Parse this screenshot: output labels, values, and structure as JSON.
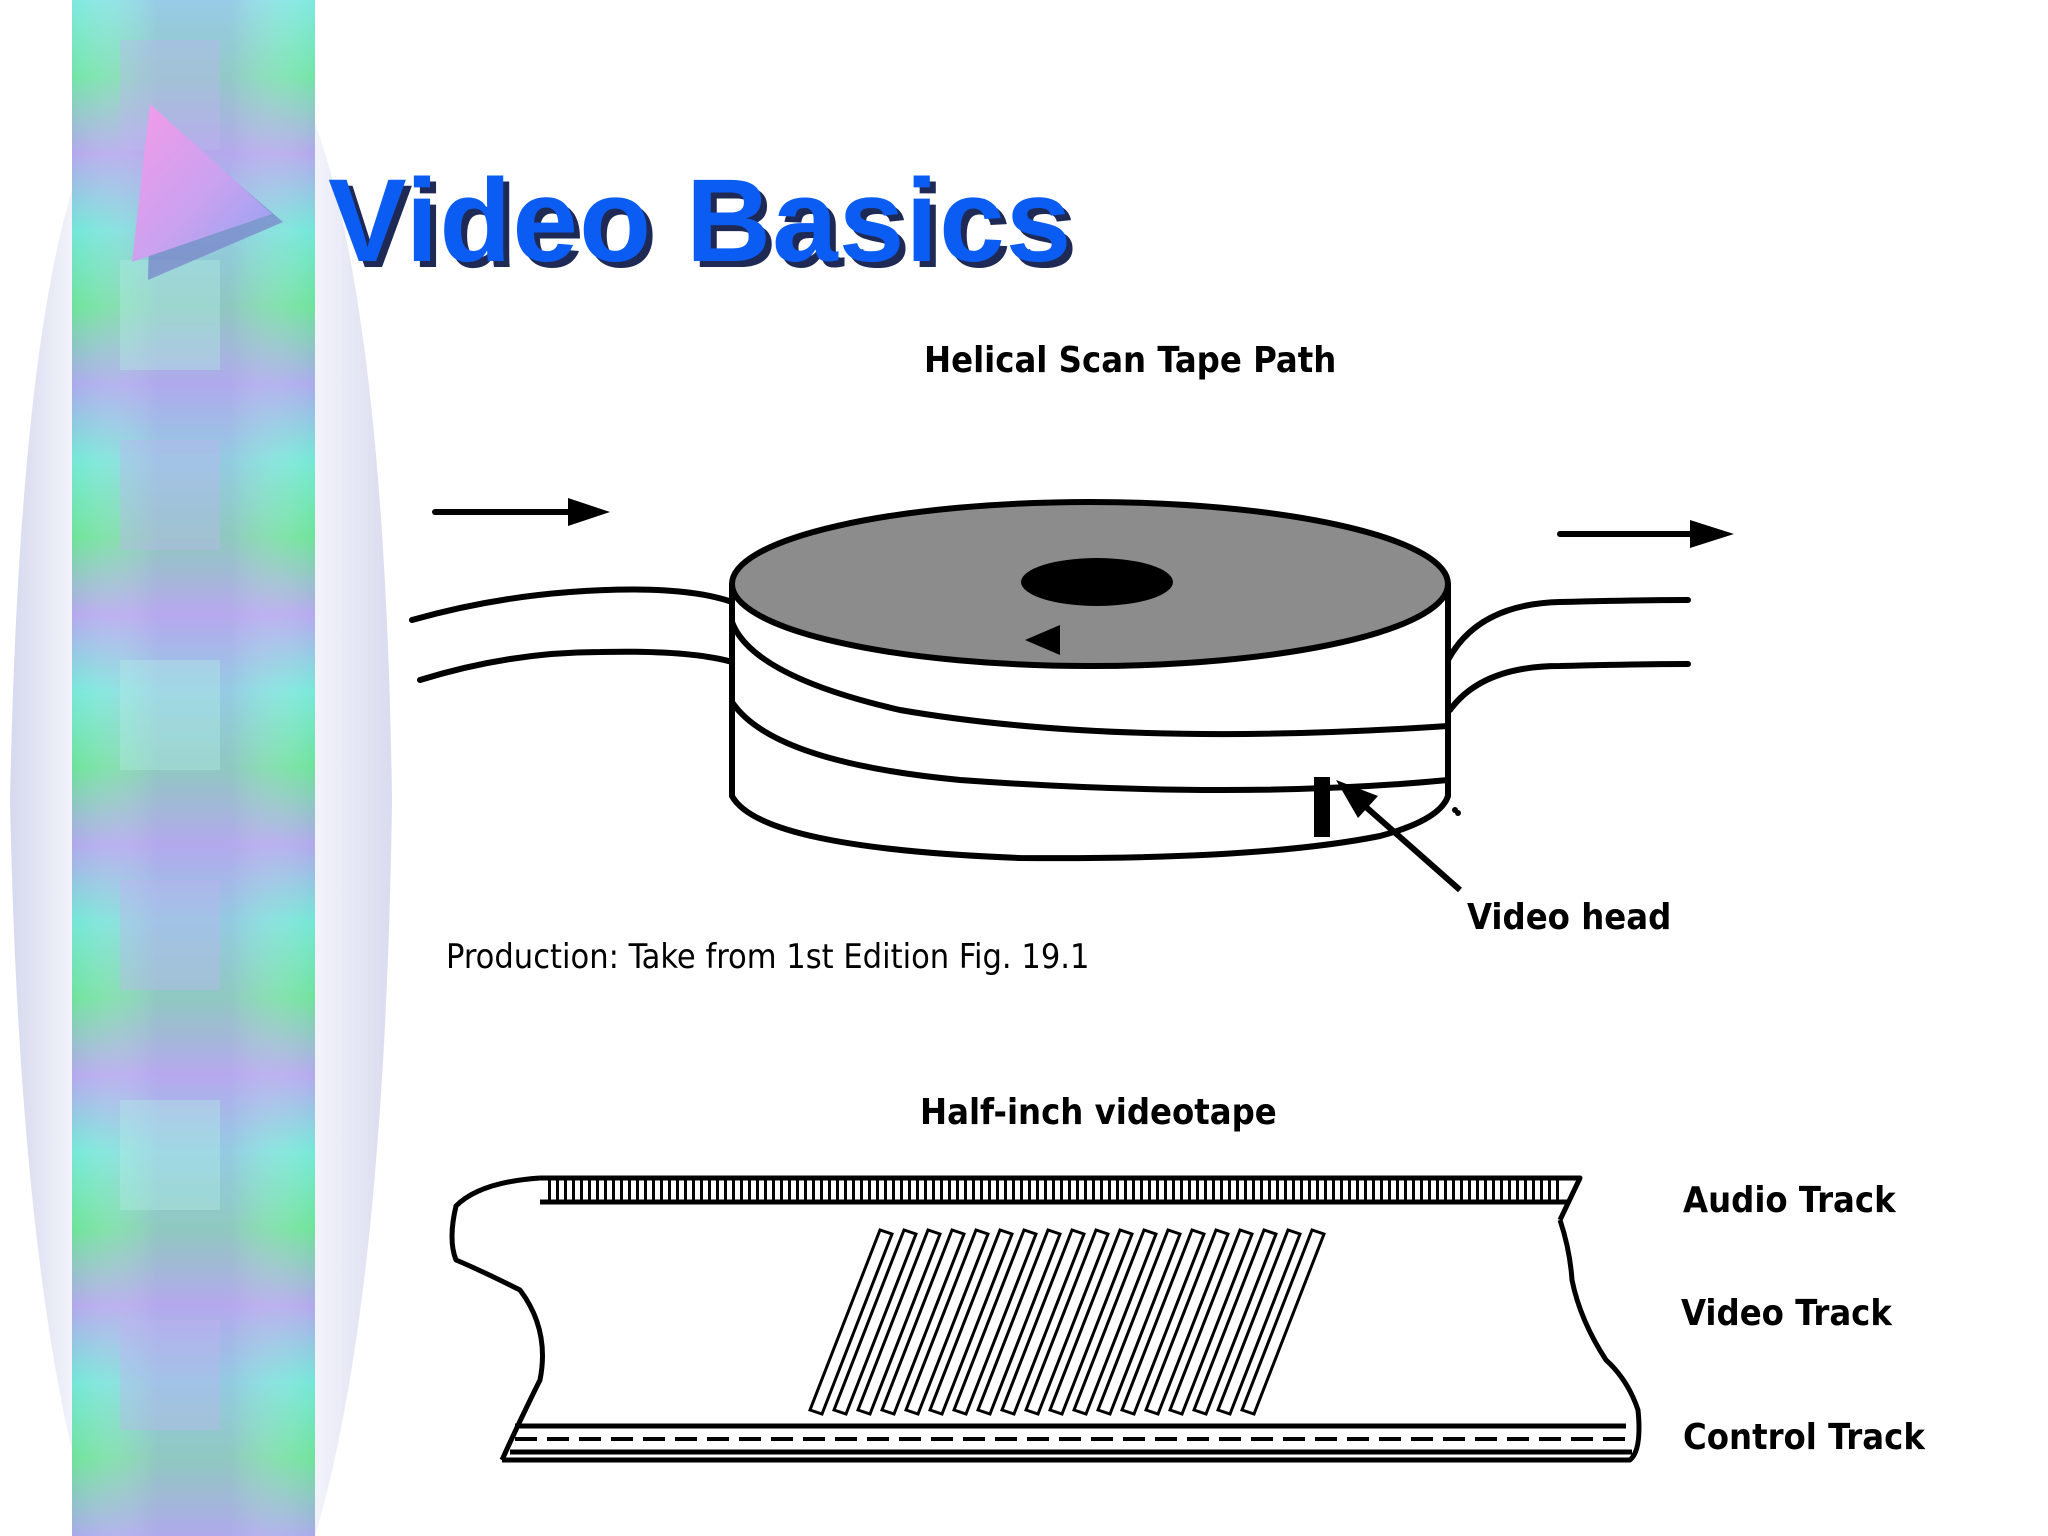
{
  "slide": {
    "title": "Video Basics",
    "colors": {
      "title": "#0a5cf2",
      "title_shadow": "#1e2a55",
      "drum_top": "#8c8c8c",
      "strip_cyan": "#6fe6dc",
      "strip_green": "#6ee39a",
      "strip_violet": "#b6a8ee"
    },
    "icons": [
      "play-triangle-icon"
    ]
  },
  "helical_diagram": {
    "heading": "Helical Scan Tape Path",
    "head_label": "Video head",
    "credit": "Production: Take from 1st Edition Fig. 19.1"
  },
  "tape_diagram": {
    "heading": "Half-inch videotape",
    "tracks": [
      "Audio Track",
      "Video Track",
      "Control Track"
    ]
  }
}
